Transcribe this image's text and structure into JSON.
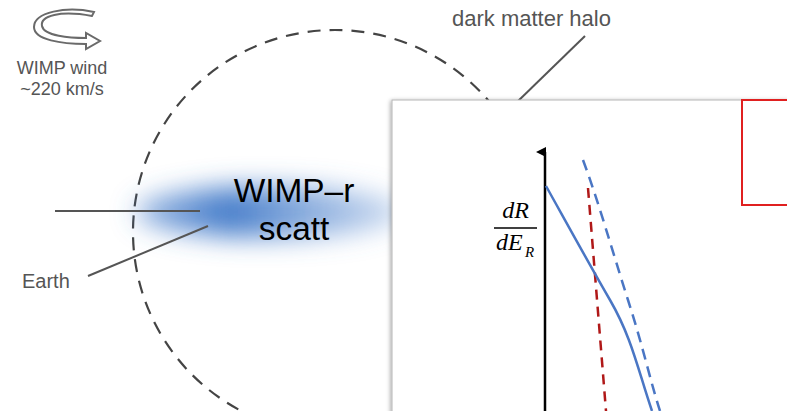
{
  "diagram": {
    "labels": [
      "WIMP wind ~220 km/s",
      "dark matter halo",
      "WIMP–r scatt",
      "Earth",
      "dR",
      "dE",
      "R"
    ]
  }
}
